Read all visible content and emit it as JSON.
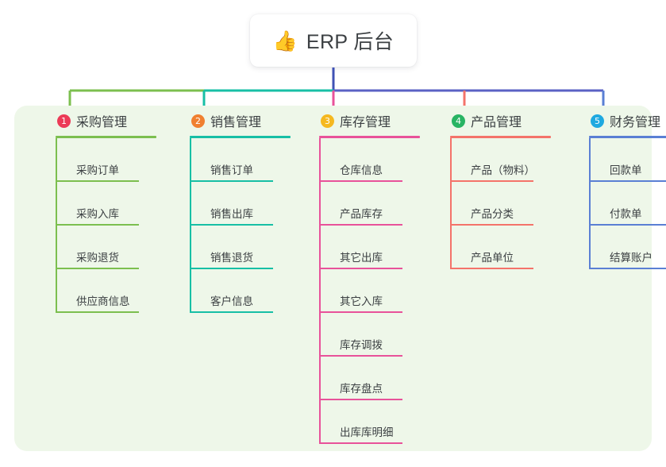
{
  "root": {
    "icon": "thumbs-up-icon",
    "emoji": "👍",
    "title": "ERP 后台"
  },
  "panel": {
    "background": "#eef7e9"
  },
  "wires": {
    "stem_color": "#3f51b5",
    "bus_left_color": "#7cbf4f",
    "bus_mid_color": "#17bfa5",
    "bus_right_color": "#5a62c4"
  },
  "columns": [
    {
      "index": "1",
      "title": "采购管理",
      "badge_color": "#ec3b57",
      "line_color": "#7cbf4f",
      "items": [
        {
          "label": "采购订单"
        },
        {
          "label": "采购入库"
        },
        {
          "label": "采购退货"
        },
        {
          "label": "供应商信息"
        }
      ]
    },
    {
      "index": "2",
      "title": "销售管理",
      "badge_color": "#f08030",
      "line_color": "#17bfa5",
      "items": [
        {
          "label": "销售订单"
        },
        {
          "label": "销售出库"
        },
        {
          "label": "销售退货"
        },
        {
          "label": "客户信息"
        }
      ]
    },
    {
      "index": "3",
      "title": "库存管理",
      "badge_color": "#f5b820",
      "line_color": "#e8529a",
      "items": [
        {
          "label": "仓库信息"
        },
        {
          "label": "产品库存"
        },
        {
          "label": "其它出库"
        },
        {
          "label": "其它入库"
        },
        {
          "label": "库存调拨"
        },
        {
          "label": "库存盘点"
        },
        {
          "label": "出库库明细"
        }
      ]
    },
    {
      "index": "4",
      "title": "产品管理",
      "badge_color": "#28b463",
      "line_color": "#f4736a",
      "items": [
        {
          "label": "产品（物料）"
        },
        {
          "label": "产品分类"
        },
        {
          "label": "产品单位"
        }
      ]
    },
    {
      "index": "5",
      "title": "财务管理",
      "badge_color": "#1fa9e0",
      "line_color": "#5a7fd4",
      "items": [
        {
          "label": "回款单"
        },
        {
          "label": "付款单"
        },
        {
          "label": "结算账户"
        }
      ]
    }
  ]
}
